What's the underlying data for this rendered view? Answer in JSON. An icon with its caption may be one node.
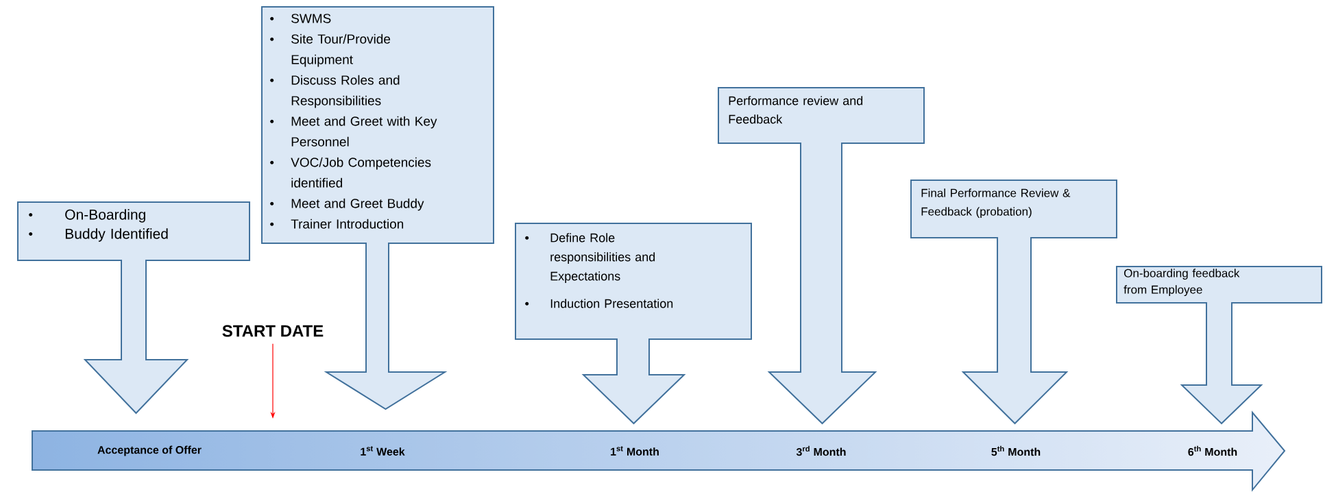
{
  "diagram": {
    "nodes": [
      {
        "text": [
          "On-Boarding",
          "Buddy Identified"
        ]
      },
      {
        "text": [
          "SWMS",
          "Site Tour/Provide Equipment",
          "Discuss Roles and Responsibilities",
          "Meet and Greet with Key Personnel",
          "VOC/Job Competencies identified",
          "Meet and Greet Buddy",
          "Trainer Introduction"
        ]
      },
      {
        "text": [
          "Define Role responsibilities and Expectations",
          "Induction Presentation"
        ]
      },
      {
        "text": [
          "Performance review and Feedback"
        ]
      },
      {
        "text": [
          "Final Performance Review & Feedback (probation)"
        ]
      },
      {
        "text": [
          "On-boarding feedback from Employee"
        ]
      },
      {
        "text": [
          "Acceptance of Offer",
          "1$^{st}$ Week",
          "1$^{st}$ Month",
          "3$^{rd}$ Month",
          "5$^{th}$ Month",
          "6$^{th}$ Month"
        ]
      },
      {
        "text": [
          "START DATE"
        ]
      }
    ],
    "edges": [
      {
        "from": 7,
        "to": 6,
        "arrow": "to",
        "color": "#ff0000"
      }
    ]
  }
}
